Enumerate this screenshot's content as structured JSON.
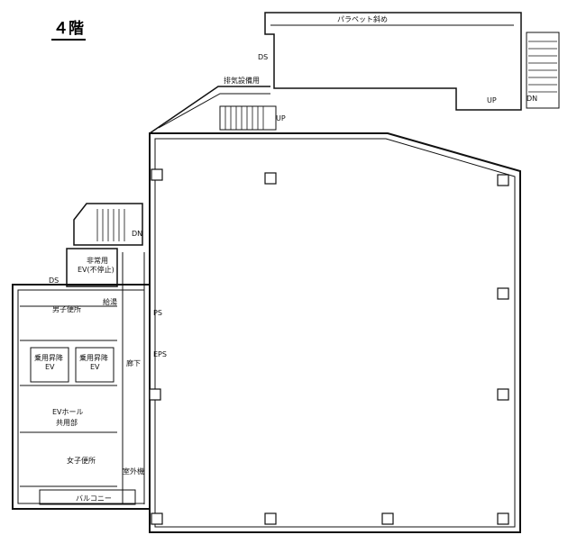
{
  "floor": {
    "title": "４階"
  },
  "labels": {
    "parapet": "パラペット斜め",
    "ds_top": "DS",
    "exhaust": "排気設備用",
    "up_right": "UP",
    "dn_right": "DN",
    "up_stair": "UP",
    "dn_small": "DN",
    "emergency_ev": "非常用",
    "emergency_ev_sub": "EV(不停止)",
    "ds_left": "DS",
    "pantry": "給湯",
    "mens_wc": "男子便所",
    "ps": "PS",
    "eps": "EPS",
    "ev1": "乗用昇降",
    "ev1_sub": "EV",
    "ev2": "乗用昇降",
    "ev2_sub": "EV",
    "corridor": "廊下",
    "ev_hall": "EVホール",
    "ev_hall_sub": "共用部",
    "womens_wc": "女子便所",
    "balcony": "バルコニー",
    "outdoor_unit": "室外機"
  }
}
